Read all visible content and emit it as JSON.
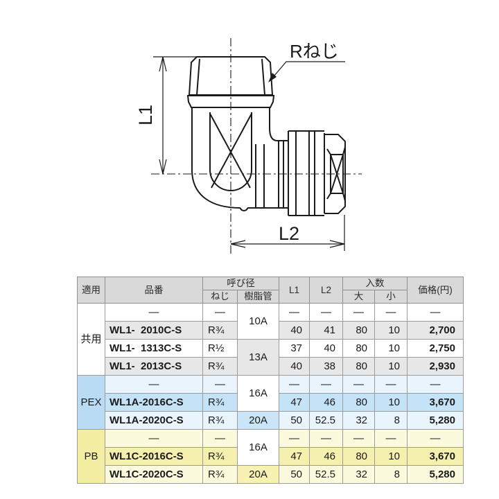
{
  "diagram": {
    "dim_l1": "L1",
    "dim_l2": "L2",
    "thread_label": "Rねじ"
  },
  "table": {
    "header": {
      "apply": "適用",
      "part_no": "品番",
      "nominal": "呼び径",
      "thread": "ねじ",
      "resin_pipe": "樹脂管",
      "l1": "L1",
      "l2": "L2",
      "qty": "入数",
      "qty_large": "大",
      "qty_small": "小",
      "price": "価格(円)"
    },
    "groups": [
      {
        "label": "共用",
        "pipes": [
          "10A",
          "13A"
        ],
        "rows": [
          {
            "part": "—",
            "thread": "—",
            "l1": "—",
            "l2": "—",
            "large": "—",
            "small": "—",
            "price": "—"
          },
          {
            "part": "WL1-  2010C-S",
            "thread": "R¾",
            "l1": "40",
            "l2": "41",
            "large": "80",
            "small": "10",
            "price": "2,700"
          },
          {
            "part": "WL1-  1313C-S",
            "thread": "R½",
            "l1": "37",
            "l2": "40",
            "large": "80",
            "small": "10",
            "price": "2,750"
          },
          {
            "part": "WL1-  2013C-S",
            "thread": "R¾",
            "l1": "40",
            "l2": "38",
            "large": "80",
            "small": "10",
            "price": "2,930"
          }
        ]
      },
      {
        "label": "PEX",
        "pipes": [
          "16A",
          "20A"
        ],
        "rows": [
          {
            "part": "—",
            "thread": "—",
            "l1": "—",
            "l2": "—",
            "large": "—",
            "small": "—",
            "price": "—"
          },
          {
            "part": "WL1A-2016C-S",
            "thread": "R¾",
            "l1": "47",
            "l2": "46",
            "large": "80",
            "small": "10",
            "price": "3,670"
          },
          {
            "part": "WL1A-2020C-S",
            "thread": "R¾",
            "l1": "50",
            "l2": "52.5",
            "large": "32",
            "small": "8",
            "price": "5,280"
          }
        ]
      },
      {
        "label": "PB",
        "pipes": [
          "16A",
          "20A"
        ],
        "rows": [
          {
            "part": "—",
            "thread": "—",
            "l1": "—",
            "l2": "—",
            "large": "—",
            "small": "—",
            "price": "—"
          },
          {
            "part": "WL1C-2016C-S",
            "thread": "R¾",
            "l1": "47",
            "l2": "46",
            "large": "80",
            "small": "10",
            "price": "3,670"
          },
          {
            "part": "WL1C-2020C-S",
            "thread": "R¾",
            "l1": "50",
            "l2": "52.5",
            "large": "32",
            "small": "8",
            "price": "5,280"
          }
        ]
      }
    ]
  },
  "colors": {
    "header_bg": "#d9d9d9",
    "gray_row": "#e7e7e7",
    "pex_label": "#b9dcf4",
    "pex_row_light": "#e9f4fc",
    "pex_row_medium": "#c5e3f6",
    "pb_label": "#f3eda1",
    "pb_row_light": "#fcfadd",
    "pb_row_medium": "#f6f0ae",
    "line_color": "#1a1a1a"
  }
}
